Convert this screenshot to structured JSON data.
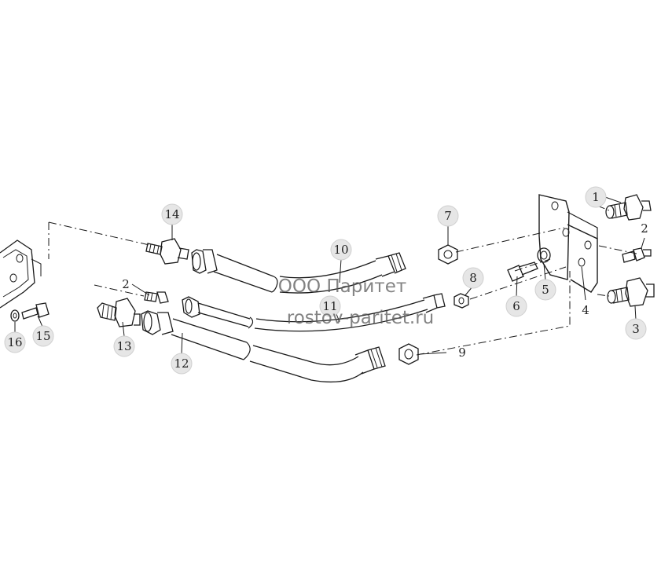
{
  "callouts": [
    {
      "id": "1",
      "label": "1"
    },
    {
      "id": "2a",
      "label": "2"
    },
    {
      "id": "2b",
      "label": "2"
    },
    {
      "id": "3",
      "label": "3"
    },
    {
      "id": "4",
      "label": "4"
    },
    {
      "id": "5",
      "label": "5"
    },
    {
      "id": "6",
      "label": "6"
    },
    {
      "id": "7",
      "label": "7"
    },
    {
      "id": "8",
      "label": "8"
    },
    {
      "id": "9",
      "label": "9"
    },
    {
      "id": "10",
      "label": "10"
    },
    {
      "id": "11",
      "label": "11"
    },
    {
      "id": "12",
      "label": "12"
    },
    {
      "id": "13",
      "label": "13"
    },
    {
      "id": "14",
      "label": "14"
    },
    {
      "id": "15",
      "label": "15"
    },
    {
      "id": "16",
      "label": "16"
    }
  ],
  "watermark": {
    "company": "ООО Паритет",
    "site": "rostov-paritet.ru"
  },
  "colors": {
    "line": "#1a1a1a",
    "callout_fill": "#e6e6e6",
    "watermark": "#5a5a5a"
  }
}
